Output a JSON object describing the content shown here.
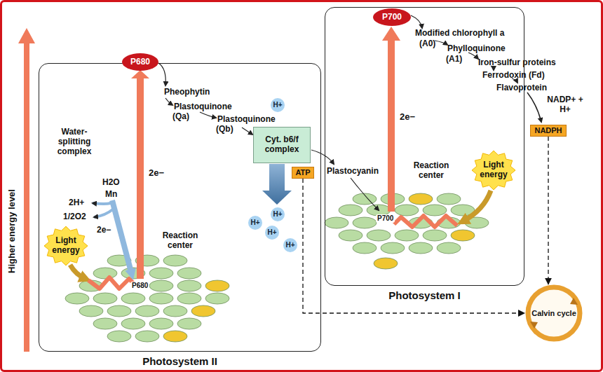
{
  "diagram": {
    "nodes": [
      {
        "text": [
          "Photosystem II"
        ]
      },
      {
        "text": [
          "P680"
        ]
      },
      {
        "text": [
          "Light energy"
        ],
        "in": 0
      },
      {
        "text": [
          "H+"
        ]
      },
      {
        "text": [
          "Cyt. b6/f complex"
        ]
      },
      {
        "text": [
          "ATP"
        ]
      },
      {
        "text": [
          "H+"
        ]
      },
      {
        "text": [
          "H+"
        ]
      },
      {
        "text": [
          "H+"
        ]
      },
      {
        "text": [
          "H+"
        ]
      },
      {
        "text": [
          "Photosystem I"
        ]
      },
      {
        "text": [
          "P700"
        ],
        "in": 10
      },
      {
        "text": [
          "Light energy"
        ],
        "in": 10
      },
      {
        "text": [
          "NADPH"
        ]
      },
      {
        "text": [
          "Calvin cycle"
        ]
      }
    ],
    "edges": [
      {
        "from": 5,
        "to": 14,
        "arrow": "to"
      },
      {
        "from": 13,
        "to": 14,
        "arrow": "to"
      }
    ],
    "labels": [
      "Higher energy level",
      "Pheophytin",
      "Plastoquinone",
      "(Qa)",
      "Plastoquinone",
      "(Qb)",
      "Water-splitting complex",
      "H2O",
      "Mn",
      "2H+",
      "1/2O2",
      "2e−",
      "2e−",
      "Reaction center",
      "P680",
      "Plastocyanin",
      "Reaction center",
      "P700",
      "2e−",
      "Modified chlorophyll a",
      "(A0)",
      "Phylloquinone",
      "(A1)",
      "Iron-sulfur proteins",
      "Ferrodoxin (Fd)",
      "Flavoprotein",
      "NADP+ + H+"
    ]
  }
}
